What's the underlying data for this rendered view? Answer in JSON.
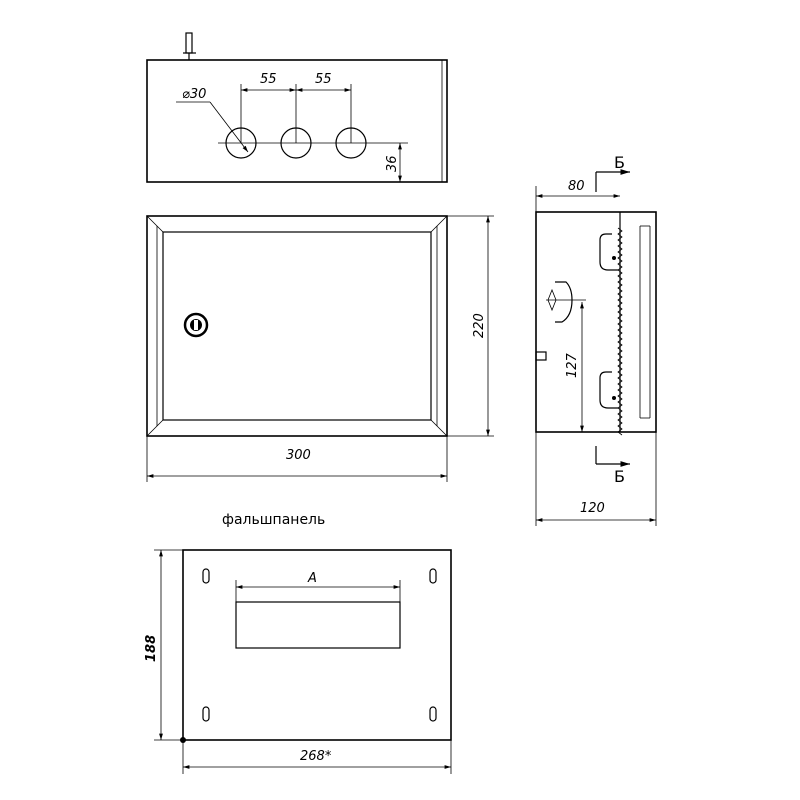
{
  "top_view": {
    "hole_diameter": "⌀30",
    "spacing_1": "55",
    "spacing_2": "55",
    "hole_offset": "36"
  },
  "front_view": {
    "height": "220",
    "width": "300"
  },
  "side_view": {
    "depth_top": "80",
    "depth": "120",
    "rail_height": "127",
    "section_top": "Б",
    "section_bottom": "Б"
  },
  "false_panel": {
    "caption": "фальшпанель",
    "cutout_width": "A",
    "height": "188",
    "width": "268*"
  }
}
